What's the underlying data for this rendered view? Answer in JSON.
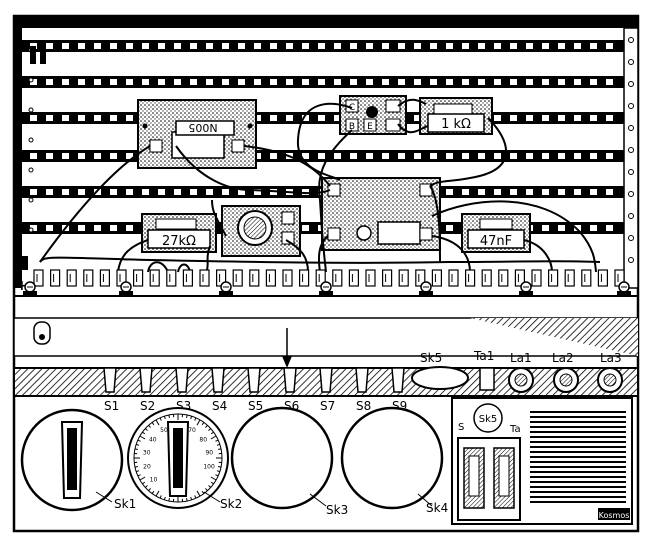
{
  "components": {
    "diode_label": "N005",
    "transistor_pins": [
      "C",
      "B",
      "E"
    ],
    "resistor_1k": "1 kΩ",
    "resistor_27k": "27kΩ",
    "capacitor_47n": "47nF",
    "plus_sign": "+"
  },
  "switches": {
    "labels": [
      "S1",
      "S2",
      "S3",
      "S4",
      "S5",
      "S6",
      "S7",
      "S8",
      "S9"
    ],
    "sk5": "Sk5",
    "ta1": "Ta1",
    "la1": "La1",
    "la2": "La2",
    "la3": "La3"
  },
  "front_panel": {
    "sk1": "Sk1",
    "sk2": "Sk2",
    "sk3": "Sk3",
    "sk4": "Sk4",
    "box_sk5": "Sk5",
    "box_s": "S",
    "box_ta": "Ta",
    "brand": "Kosmos",
    "dial_numbers": [
      "10",
      "20",
      "30",
      "40",
      "50",
      "60",
      "70",
      "80",
      "90",
      "100"
    ]
  }
}
